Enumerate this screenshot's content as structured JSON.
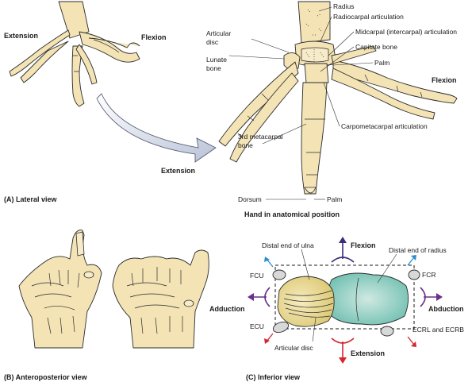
{
  "panel_a": {
    "caption": "(A) Lateral view",
    "extension_label": "Extension",
    "flexion_label": "Flexion",
    "extension_label_2": "Extension",
    "flexion_label_2": "Flexion",
    "labels": {
      "radius": "Radius",
      "radiocarpal": "Radiocarpal articulation",
      "midcarpal": "Midcarpal (intercarpal) articulation",
      "articular_disc_1": "Articular",
      "articular_disc_2": "disc",
      "capitate": "Capitate bone",
      "lunate_1": "Lunate",
      "lunate_2": "bone",
      "palm_top": "Palm",
      "carpometacarpal": "Carpometacarpal articulation",
      "third_meta_1": "3rd metacarpal",
      "third_meta_2": "bone",
      "dorsum": "Dorsum",
      "palm_bottom": "Palm"
    },
    "position_caption": "Hand in anatomical position"
  },
  "panel_b": {
    "caption": "(B) Anteroposterior view"
  },
  "panel_c": {
    "caption": "(C) Inferior view",
    "flexion": "Flexion",
    "extension": "Extension",
    "adduction": "Adduction",
    "abduction": "Abduction",
    "distal_ulna": "Distal end of ulna",
    "distal_radius": "Distal end of radius",
    "fcu": "FCU",
    "fcr": "FCR",
    "ecu": "ECU",
    "ecrl": "ECRL and ECRB",
    "articular_disc": "Articular disc",
    "colors": {
      "flexion": "#3b2c7a",
      "extension": "#d4262c",
      "abduction": "#6a2f8c",
      "adduction": "#6a2f8c",
      "small_blue": "#2a8fd0",
      "small_red": "#d4262c",
      "radius_fill": "#8ecfc2",
      "ulna_fill": "#e5d58a"
    }
  }
}
